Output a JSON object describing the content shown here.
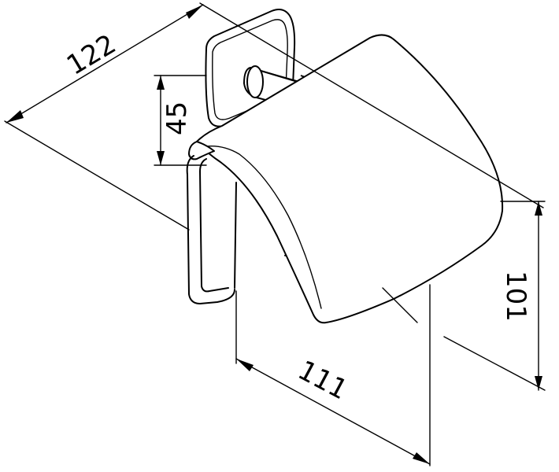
{
  "dimensions": {
    "width_top": "122",
    "height_mount": "45",
    "depth_bottom": "111",
    "height_side": "101"
  },
  "colors": {
    "line": "#000000",
    "background": "#ffffff"
  }
}
